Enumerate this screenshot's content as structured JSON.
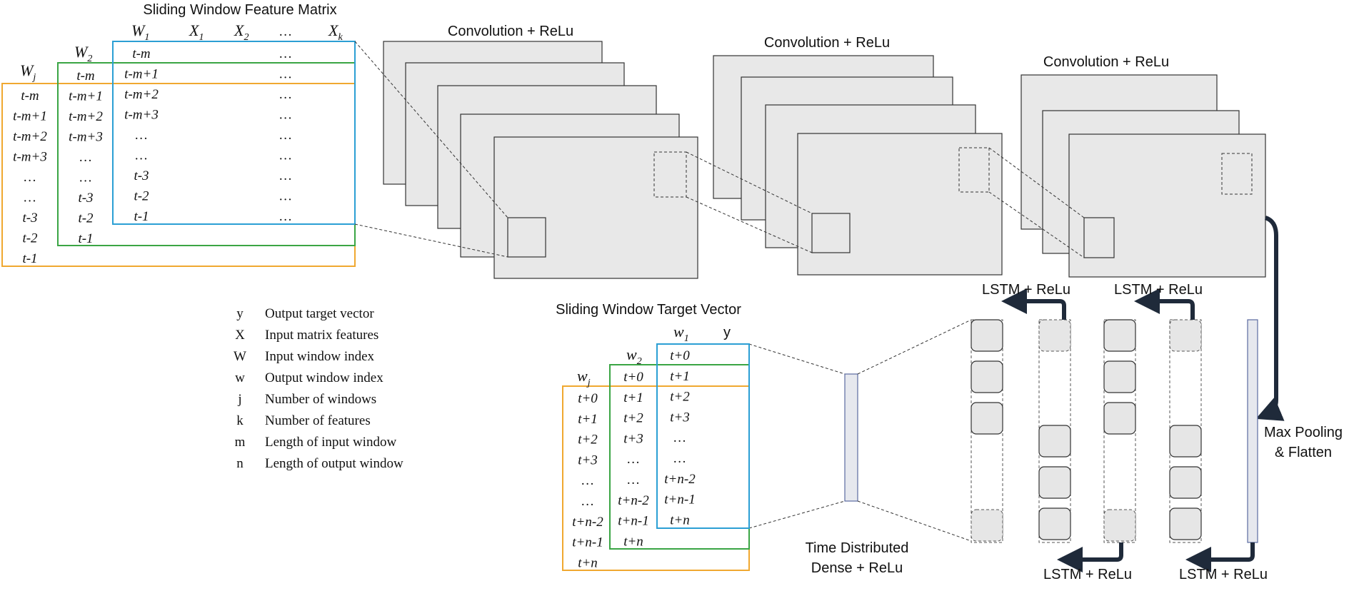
{
  "input_matrix": {
    "title": "Sliding Window Feature Matrix",
    "headers": {
      "wj": {
        "base": "W",
        "sub": "j"
      },
      "w2": {
        "base": "W",
        "sub": "2"
      },
      "w1": {
        "base": "W",
        "sub": "1"
      },
      "x1": {
        "base": "X",
        "sub": "1"
      },
      "x2": {
        "base": "X",
        "sub": "2"
      },
      "dots": "…",
      "xk": {
        "base": "X",
        "sub": "k"
      }
    },
    "col_wj": [
      "t-m",
      "t-m+1",
      "t-m+2",
      "t-m+3",
      "…",
      "…",
      "t-3",
      "t-2",
      "t-1"
    ],
    "col_w2": [
      "t-m",
      "t-m+1",
      "t-m+2",
      "t-m+3",
      "…",
      "…",
      "t-3",
      "t-2",
      "t-1"
    ],
    "col_w1": [
      "t-m",
      "t-m+1",
      "t-m+2",
      "t-m+3",
      "…",
      "…",
      "t-3",
      "t-2",
      "t-1"
    ],
    "col_dots": [
      "…",
      "…",
      "…",
      "…",
      "…",
      "…",
      "…",
      "…",
      "…"
    ]
  },
  "conv_layers": [
    {
      "label": "Convolution + ReLu"
    },
    {
      "label": "Convolution + ReLu"
    },
    {
      "label": "Convolution + ReLu"
    }
  ],
  "max_pool": {
    "line1": "Max Pooling",
    "line2": "& Flatten"
  },
  "lstm_labels": {
    "top_left": "LSTM + ReLu",
    "top_right": "LSTM + ReLu",
    "bottom_left": "LSTM + ReLu",
    "bottom_right": "LSTM + ReLu"
  },
  "dense": {
    "line1": "Time Distributed",
    "line2": "Dense + ReLu"
  },
  "target_vector": {
    "title": "Sliding Window Target Vector",
    "headers": {
      "wj": {
        "base": "w",
        "sub": "j"
      },
      "w2": {
        "base": "w",
        "sub": "2"
      },
      "w1": {
        "base": "w",
        "sub": "1"
      },
      "y": "y"
    },
    "col_wj": [
      "t+0",
      "t+1",
      "t+2",
      "t+3",
      "…",
      "…",
      "t+n-2",
      "t+n-1",
      "t+n"
    ],
    "col_w2": [
      "t+0",
      "t+1",
      "t+2",
      "t+3",
      "…",
      "…",
      "t+n-2",
      "t+n-1",
      "t+n"
    ],
    "col_w1": [
      "t+0",
      "t+1",
      "t+2",
      "t+3",
      "…",
      "…",
      "t+n-2",
      "t+n-1",
      "t+n"
    ]
  },
  "legend": [
    {
      "symbol": "y",
      "text": "Output target vector"
    },
    {
      "symbol": "X",
      "text": "Input matrix features"
    },
    {
      "symbol": "W",
      "text": "Input window index"
    },
    {
      "symbol": "w",
      "text": "Output window index"
    },
    {
      "symbol": "j",
      "text": "Number of windows"
    },
    {
      "symbol": "k",
      "text": "Number of features"
    },
    {
      "symbol": "m",
      "text": "Length of input window"
    },
    {
      "symbol": "n",
      "text": "Length of output window"
    }
  ],
  "colors": {
    "orange": "#f0a830",
    "green": "#3aa544",
    "blue": "#2b9fd4",
    "panel_fill": "#e8e8e8",
    "panel_stroke": "#333333",
    "arrow": "#1f2a3a",
    "bar_fill": "#e6e8ee",
    "bar_stroke": "#5a6aa0"
  }
}
